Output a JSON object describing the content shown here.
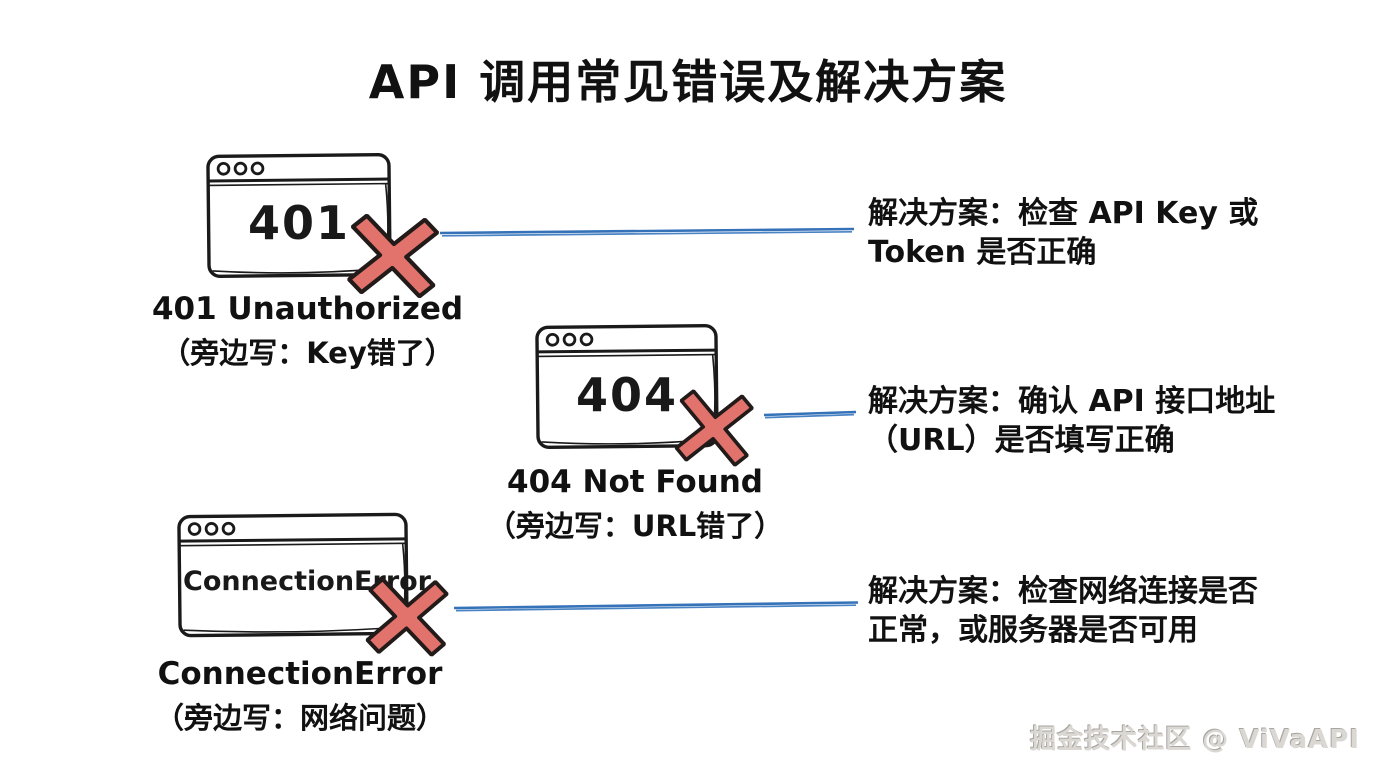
{
  "title": "API 调用常见错误及解决方案",
  "watermark": "掘金技术社区 @ ViVaAPI",
  "colors": {
    "connector_blue": "#3572b8",
    "x_red": "#e2736c",
    "ink": "#1a1a1a",
    "watermark_gray": "#dbd8d4",
    "background": "#ffffff"
  },
  "errors": [
    {
      "code": "401",
      "caption1": "401 Unauthorized",
      "caption2": "（旁边写：Key错了）",
      "solution1": "解决方案：检查 API Key 或",
      "solution2": "Token 是否正确"
    },
    {
      "code": "404",
      "caption1": "404 Not Found",
      "caption2": "（旁边写：URL错了）",
      "solution1": "解决方案：确认 API 接口地址",
      "solution2": "（URL）是否填写正确"
    },
    {
      "code": "ConnectionError",
      "caption1": "ConnectionError",
      "caption2": "（旁边写：网络问题）",
      "solution1": "解决方案：检查网络连接是否",
      "solution2": "正常，或服务器是否可用"
    }
  ]
}
